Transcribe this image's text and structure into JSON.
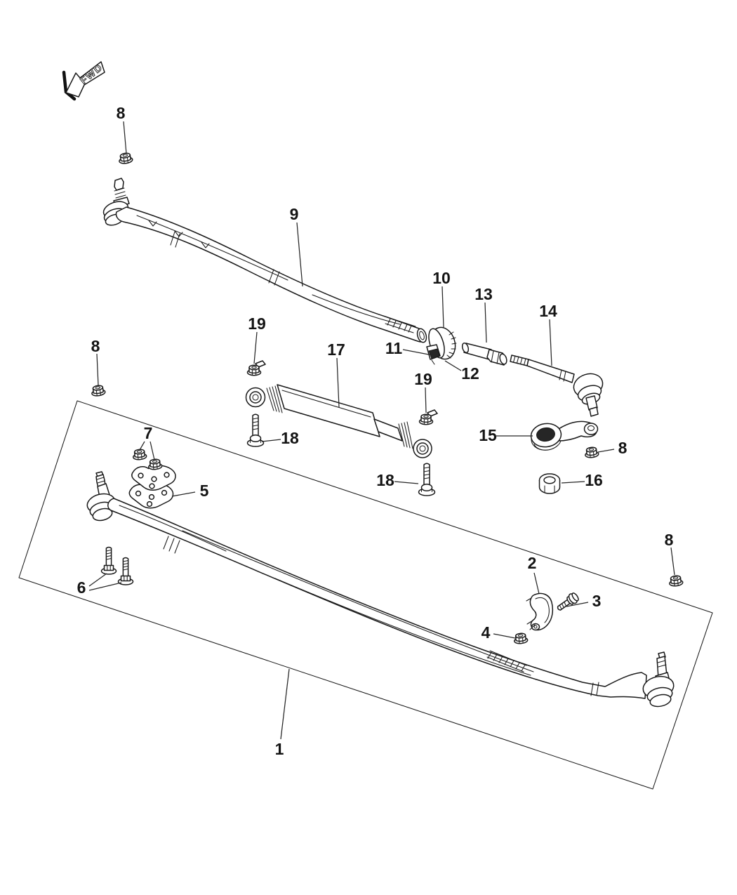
{
  "figure": {
    "background": "#ffffff",
    "line_color": "#1a1a1a"
  },
  "fwd_marker": {
    "label": "FWD"
  },
  "callouts": {
    "1": {
      "label": "1"
    },
    "2": {
      "label": "2"
    },
    "3": {
      "label": "3"
    },
    "4": {
      "label": "4"
    },
    "5": {
      "label": "5"
    },
    "6": {
      "label": "6"
    },
    "7": {
      "label": "7"
    },
    "8a": {
      "label": "8"
    },
    "8b": {
      "label": "8"
    },
    "8c": {
      "label": "8"
    },
    "8d": {
      "label": "8"
    },
    "9": {
      "label": "9"
    },
    "10": {
      "label": "10"
    },
    "11": {
      "label": "11"
    },
    "12": {
      "label": "12"
    },
    "13": {
      "label": "13"
    },
    "14": {
      "label": "14"
    },
    "15": {
      "label": "15"
    },
    "16": {
      "label": "16"
    },
    "17": {
      "label": "17"
    },
    "18a": {
      "label": "18"
    },
    "18b": {
      "label": "18"
    },
    "19a": {
      "label": "19"
    },
    "19b": {
      "label": "19"
    }
  }
}
